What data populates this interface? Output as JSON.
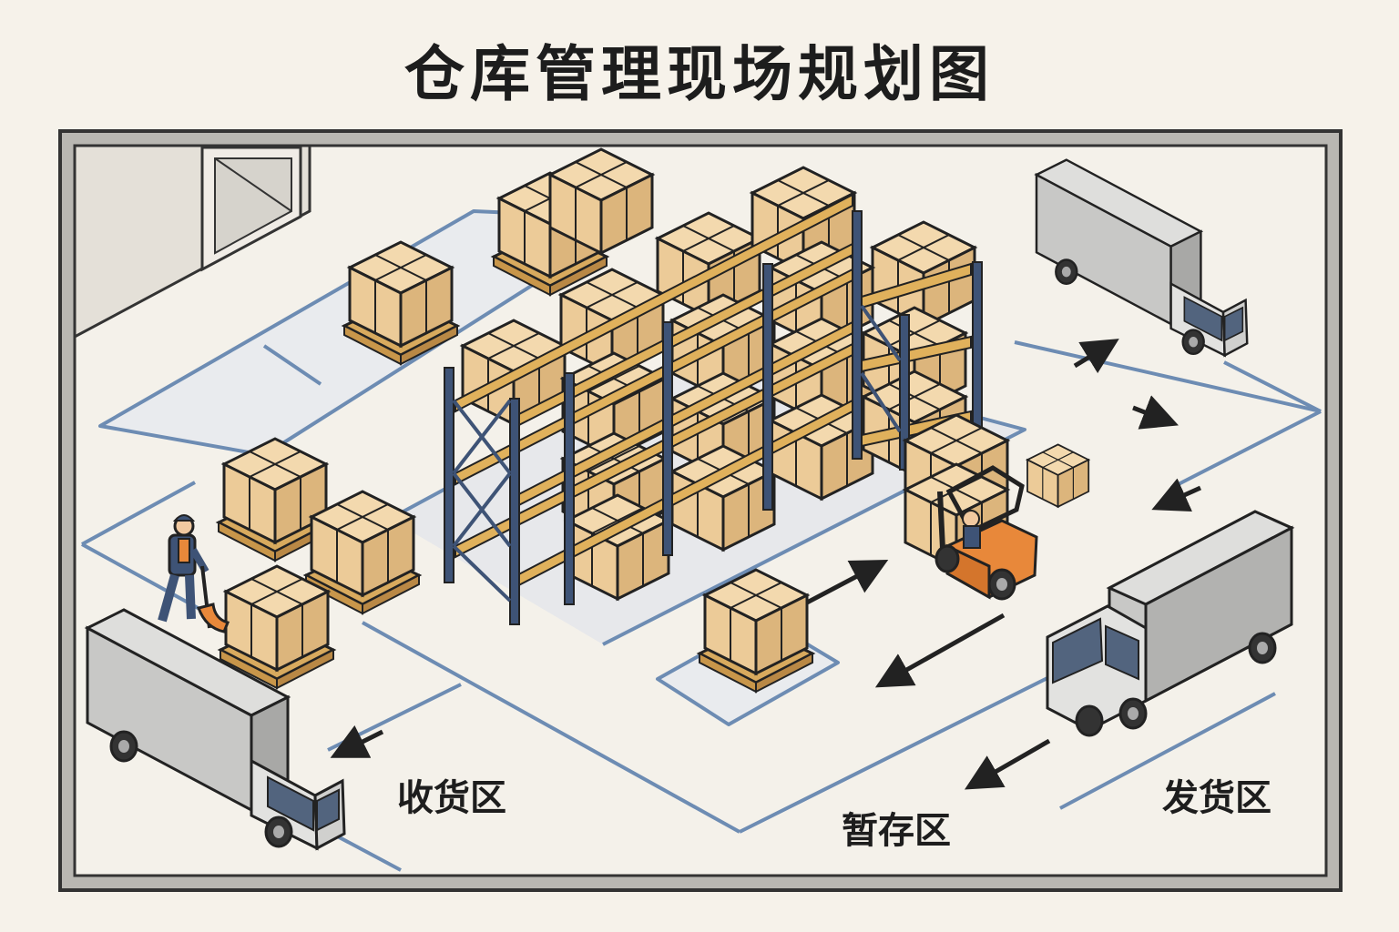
{
  "title": "仓库管理现场规划图",
  "zones": {
    "receiving": "收货区",
    "staging": "暂存区",
    "shipping": "发货区"
  },
  "colors": {
    "background": "#f6f2ea",
    "floor": "#f4f1ea",
    "lane_line": "#6d8cb3",
    "box_front": "#eccb98",
    "box_side": "#dcb57c",
    "box_top": "#f3d9ae",
    "pallet": "#d8aa5e",
    "rack_frame": "#3e5376",
    "rack_beam": "#e0b15c",
    "truck_body": "#bdbdbd",
    "truck_cab": "#d5d5d3",
    "truck_window": "#52647e",
    "forklift": "#e8883a",
    "outline": "#222222"
  }
}
